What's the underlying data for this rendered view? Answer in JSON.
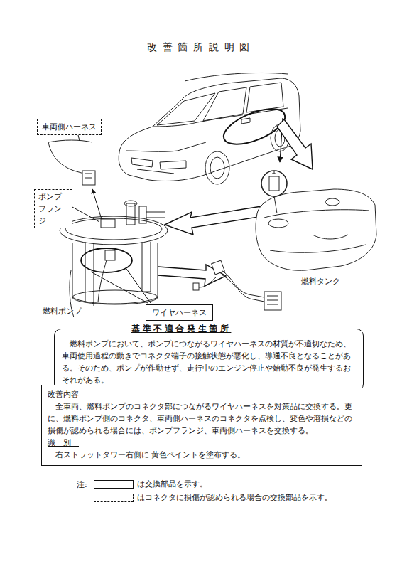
{
  "diagram": {
    "title": "改善箇所説明図",
    "nodes": [
      {
        "text": [
          "車両側ハーネス"
        ]
      },
      {
        "text": [
          "ポンプ フランジ"
        ]
      },
      {
        "text": [
          "ワイヤハーネス"
        ]
      },
      {
        "text": [
          "基準不適合発生箇所",
          "燃料ポンプにおいて、ポンプにつながるワイヤハーネスの材質が不適切なため、車両使用過程の動きでコネクタ端子の接触状態が悪化し、導通不良となることがある。そのため、ポンプが作動せず、走行中のエンジン停止や始動不良が発生するおそれがある。"
        ]
      },
      {
        "text": [
          "改善内容",
          "全車両、燃料ポンプのコネクタ部につながるワイヤハーネスを対策品に交換する。更に、燃料ポンプ側のコネクタ、車両側ハーネスのコネクタを点検し、変色や溶損などの損傷が認められる場合には、ポンプフランジ、車両側ハーネスを交換する。",
          "識別",
          "右ストラットタワー右側に 黄色ペイントを塗布する。"
        ]
      }
    ],
    "labels": [
      "燃料ポンプ",
      "燃料タンク",
      "注:"
    ],
    "legend": [
      {
        "text": "は交換部品を示す。"
      },
      {
        "text": "はコネクタに損傷が認められる場合の交換部品を示す。"
      }
    ]
  }
}
